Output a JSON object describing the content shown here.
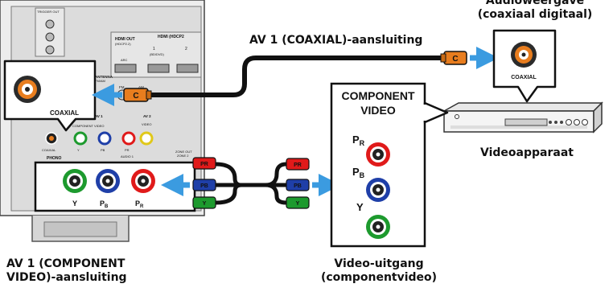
{
  "captions": {
    "coax_connection": "AV 1 (COAXIAL)-aansluiting",
    "audio_top_line1": "Audioweergave",
    "audio_top_line2": "(coaxiaal digitaal)",
    "video_device": "Videoapparaat",
    "component_line1": "AV 1 (COMPONENT",
    "component_line2": "VIDEO)-aansluiting",
    "video_output_line1": "Video-uitgang",
    "video_output_line2": "(componentvideo)"
  },
  "receiver_panel": {
    "trigger_out": "TRIGGER OUT",
    "hdmi_out": "HDMI OUT",
    "hdmi_out_sub": "(HDCP2.2)",
    "arc": "ARC",
    "hdmi": "HDMI (HDCP2",
    "hdmi_1": "1",
    "hdmi_1_sub": "(BD/DVD)",
    "hdmi_2": "2",
    "antenna": "ANTENNA",
    "antenna_sub": "FM/AM",
    "fm": "FM",
    "am": "AM",
    "av1": "AV 1",
    "av2": "AV 2",
    "component_video": "COMPONENT VIDEO",
    "video": "VIDEO",
    "coaxial": "COAXIAL",
    "phono": "PHONO",
    "audio1": "AUDIO 1",
    "zone_out": "ZONE OUT",
    "zone_2": "ZONE 2",
    "y": "Y",
    "pb": "PB",
    "pr": "PR"
  },
  "zoom_coax": {
    "label": "COAXIAL"
  },
  "zoom_component": {
    "y": "Y",
    "pb": "P",
    "pb_sub": "B",
    "pr": "P",
    "pr_sub": "R"
  },
  "coax_plugs": {
    "letter": "C"
  },
  "component_plugs": {
    "pr": "PR",
    "pb": "PB",
    "y": "Y"
  },
  "device_callout": {
    "label": "COAXIAL"
  },
  "component_box": {
    "title_line1": "COMPONENT",
    "title_line2": "VIDEO",
    "pr": "P",
    "pr_sub": "R",
    "pb": "P",
    "pb_sub": "B",
    "y": "Y"
  },
  "colors": {
    "coax_orange": "#e87d1e",
    "arrow_blue": "#3b9be0",
    "pr_red": "#e01a1a",
    "pb_blue": "#1f3fa8",
    "y_green": "#1d9a2e",
    "panel_gray": "#cfcfcf"
  }
}
